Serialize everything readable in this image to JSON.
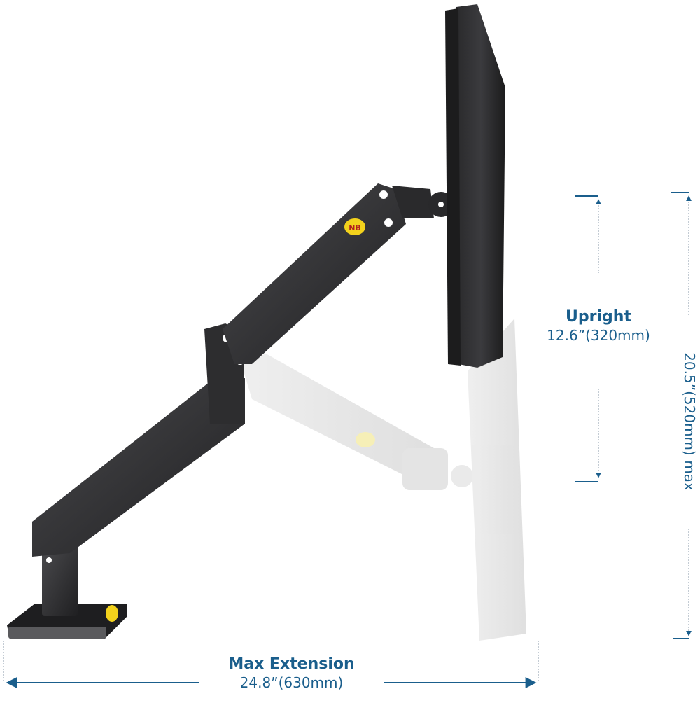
{
  "diagram": {
    "subject": "Monitor arm side view",
    "colors": {
      "accent": "#1a5e8c",
      "arm": "#2b2b2d",
      "ghost": "#e6e6e6",
      "badge": "#f3d21c"
    },
    "badge_text": "NB",
    "dimensions": {
      "upright": {
        "title": "Upright",
        "value": "12.6”(320mm)"
      },
      "max_height": {
        "value": "20.5”(520mm) max"
      },
      "max_extension": {
        "title": "Max Extension",
        "value": "24.8”(630mm)"
      }
    }
  }
}
